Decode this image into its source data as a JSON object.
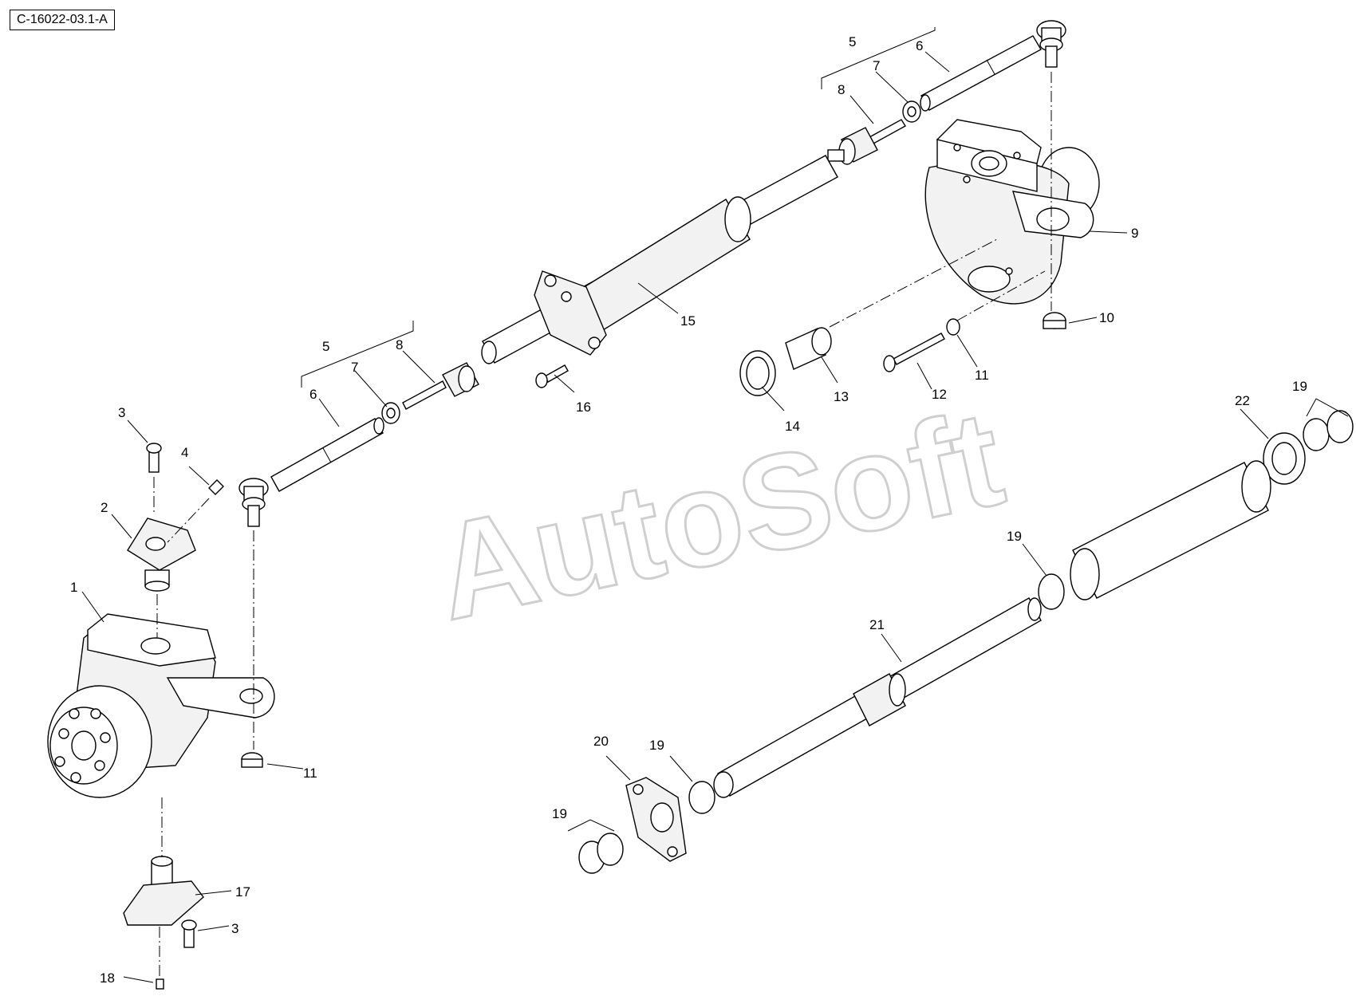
{
  "drawing": {
    "ref_code": "C-16022-03.1-A",
    "watermark": "AutoSoft"
  },
  "callouts": [
    {
      "id": "c1",
      "text": "1"
    },
    {
      "id": "c2",
      "text": "2"
    },
    {
      "id": "c3a",
      "text": "3"
    },
    {
      "id": "c3b",
      "text": "3"
    },
    {
      "id": "c4",
      "text": "4"
    },
    {
      "id": "c5a",
      "text": "5"
    },
    {
      "id": "c5b",
      "text": "5"
    },
    {
      "id": "c6a",
      "text": "6"
    },
    {
      "id": "c6b",
      "text": "6"
    },
    {
      "id": "c7a",
      "text": "7"
    },
    {
      "id": "c7b",
      "text": "7"
    },
    {
      "id": "c8a",
      "text": "8"
    },
    {
      "id": "c8b",
      "text": "8"
    },
    {
      "id": "c9",
      "text": "9"
    },
    {
      "id": "c10",
      "text": "10"
    },
    {
      "id": "c11a",
      "text": "11"
    },
    {
      "id": "c11b",
      "text": "11"
    },
    {
      "id": "c12",
      "text": "12"
    },
    {
      "id": "c13",
      "text": "13"
    },
    {
      "id": "c14",
      "text": "14"
    },
    {
      "id": "c15",
      "text": "15"
    },
    {
      "id": "c16",
      "text": "16"
    },
    {
      "id": "c17",
      "text": "17"
    },
    {
      "id": "c18",
      "text": "18"
    },
    {
      "id": "c19a",
      "text": "19"
    },
    {
      "id": "c19b",
      "text": "19"
    },
    {
      "id": "c19c",
      "text": "19"
    },
    {
      "id": "c19d",
      "text": "19"
    },
    {
      "id": "c20",
      "text": "20"
    },
    {
      "id": "c21",
      "text": "21"
    },
    {
      "id": "c22",
      "text": "22"
    }
  ]
}
